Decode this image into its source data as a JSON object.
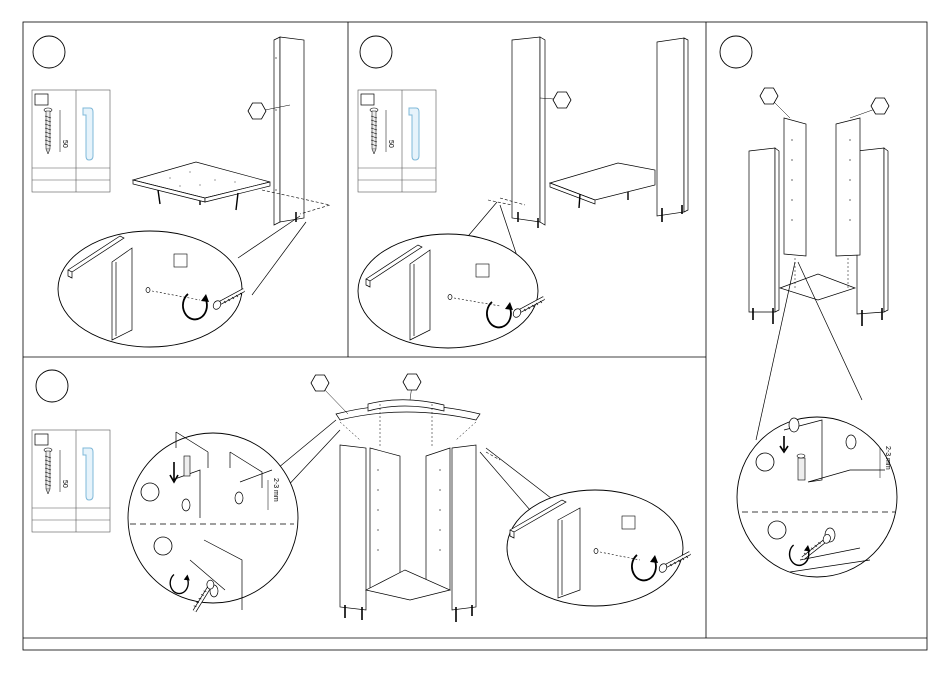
{
  "step_panels": [
    {
      "name": "step-1",
      "step_number": ""
    },
    {
      "name": "step-2",
      "step_number": ""
    },
    {
      "name": "step-3",
      "step_number": ""
    },
    {
      "name": "step-4",
      "step_number": ""
    }
  ],
  "hardware": {
    "screw_length_label": "50",
    "screw_count": "",
    "wrench_icon": "allen-key-icon",
    "screw_icon": "wood-screw-icon"
  },
  "detail": {
    "gap_label": "2-3 mm"
  },
  "colors": {
    "line": "#000000",
    "wrench_fill": "#e6f3fb",
    "wrench_stroke": "#7fb8d8"
  }
}
